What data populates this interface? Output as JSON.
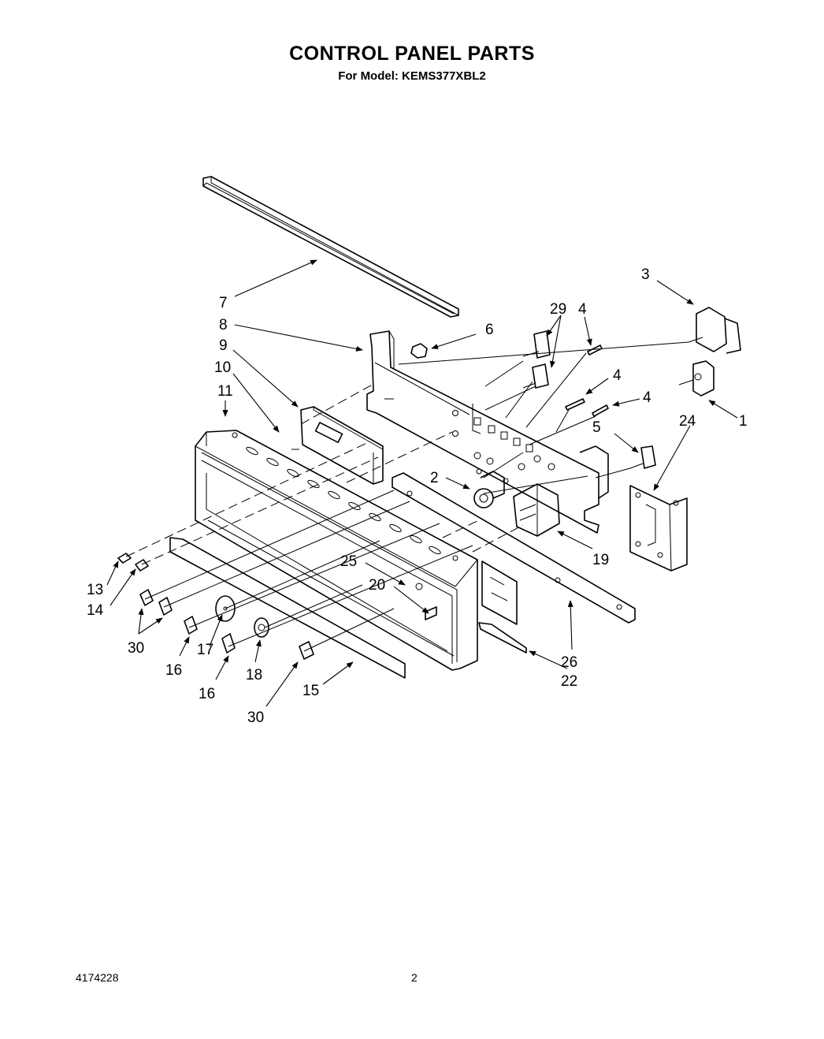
{
  "header": {
    "title": "CONTROL PANEL PARTS",
    "subtitle": "For Model: KEMS377XBL2"
  },
  "footer": {
    "doc_number": "4174228",
    "page_number": "2"
  },
  "callouts": [
    {
      "id": "c1",
      "label": "1"
    },
    {
      "id": "c2",
      "label": "2"
    },
    {
      "id": "c3",
      "label": "3"
    },
    {
      "id": "c4a",
      "label": "4"
    },
    {
      "id": "c4b",
      "label": "4"
    },
    {
      "id": "c4c",
      "label": "4"
    },
    {
      "id": "c5",
      "label": "5"
    },
    {
      "id": "c6",
      "label": "6"
    },
    {
      "id": "c7",
      "label": "7"
    },
    {
      "id": "c8",
      "label": "8"
    },
    {
      "id": "c9",
      "label": "9"
    },
    {
      "id": "c10",
      "label": "10"
    },
    {
      "id": "c11",
      "label": "11"
    },
    {
      "id": "c13",
      "label": "13"
    },
    {
      "id": "c14",
      "label": "14"
    },
    {
      "id": "c15",
      "label": "15"
    },
    {
      "id": "c16a",
      "label": "16"
    },
    {
      "id": "c16b",
      "label": "16"
    },
    {
      "id": "c17",
      "label": "17"
    },
    {
      "id": "c18",
      "label": "18"
    },
    {
      "id": "c19",
      "label": "19"
    },
    {
      "id": "c20",
      "label": "20"
    },
    {
      "id": "c22",
      "label": "22"
    },
    {
      "id": "c24",
      "label": "24"
    },
    {
      "id": "c25",
      "label": "25"
    },
    {
      "id": "c26",
      "label": "26"
    },
    {
      "id": "c29",
      "label": "29"
    },
    {
      "id": "c30a",
      "label": "30"
    },
    {
      "id": "c30b",
      "label": "30"
    }
  ]
}
